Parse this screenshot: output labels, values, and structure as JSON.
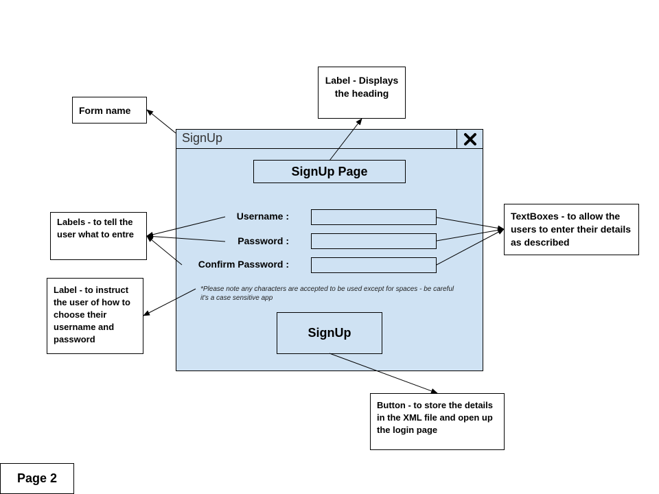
{
  "form": {
    "title": "SignUp",
    "heading": "SignUp Page",
    "fields": [
      {
        "label": "Username :"
      },
      {
        "label": "Password :"
      },
      {
        "label": "Confirm Password :"
      }
    ],
    "note": "*Please note any characters are accepted to be used except for spaces - be careful it's a case sensitive app",
    "button_label": "SignUp",
    "close_icon": "close-icon"
  },
  "annotations": {
    "form_name": "Form name",
    "heading_label": "Label - Displays the heading",
    "labels": "Labels - to tell the user what to entre",
    "textboxes": "TextBoxes - to allow the users to enter their details as described",
    "instruction_label": "Label - to instruct the user of how to choose their username and password",
    "button": "Button - to store the details in the XML file and open up the login page"
  },
  "page_tag": "Page 2",
  "colors": {
    "form_background": "#cfe2f3",
    "border": "#000000"
  }
}
